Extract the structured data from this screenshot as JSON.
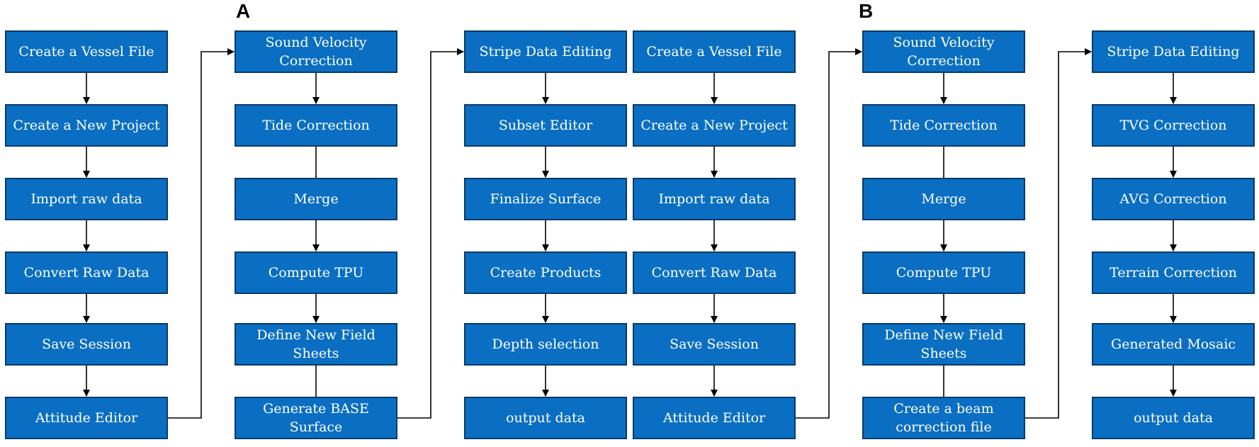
{
  "panels": [
    {
      "label": "A",
      "columns": [
        [
          "Create a Vessel File",
          "Create a New Project",
          "Import raw data",
          "Convert Raw Data",
          "Save Session",
          "Attitude Editor"
        ],
        [
          "Sound Velocity\nCorrection",
          "Tide Correction",
          "Merge",
          "Compute TPU",
          "Define New Field\nSheets",
          "Generate BASE\nSurface"
        ],
        [
          "Stripe Data Editing",
          "Subset Editor",
          "Finalize Surface",
          "Create Products",
          "Depth selection",
          "output data"
        ]
      ]
    },
    {
      "label": "B",
      "columns": [
        [
          "Create a Vessel File",
          "Create a New Project",
          "Import raw data",
          "Convert Raw Data",
          "Save Session",
          "Attitude Editor"
        ],
        [
          "Sound Velocity\nCorrection",
          "Tide Correction",
          "Merge",
          "Compute TPU",
          "Define New Field\nSheets",
          "Create a beam\ncorrection file"
        ],
        [
          "Stripe Data Editing",
          "TVG Correction",
          "AVG Correction",
          "Terrain Correction",
          "Generated Mosaic",
          "output data"
        ]
      ]
    }
  ],
  "colors": {
    "box_fill": "#0a6fc2",
    "box_border": "#073a6a",
    "box_text": "#ffffff",
    "arrow": "#000000"
  }
}
